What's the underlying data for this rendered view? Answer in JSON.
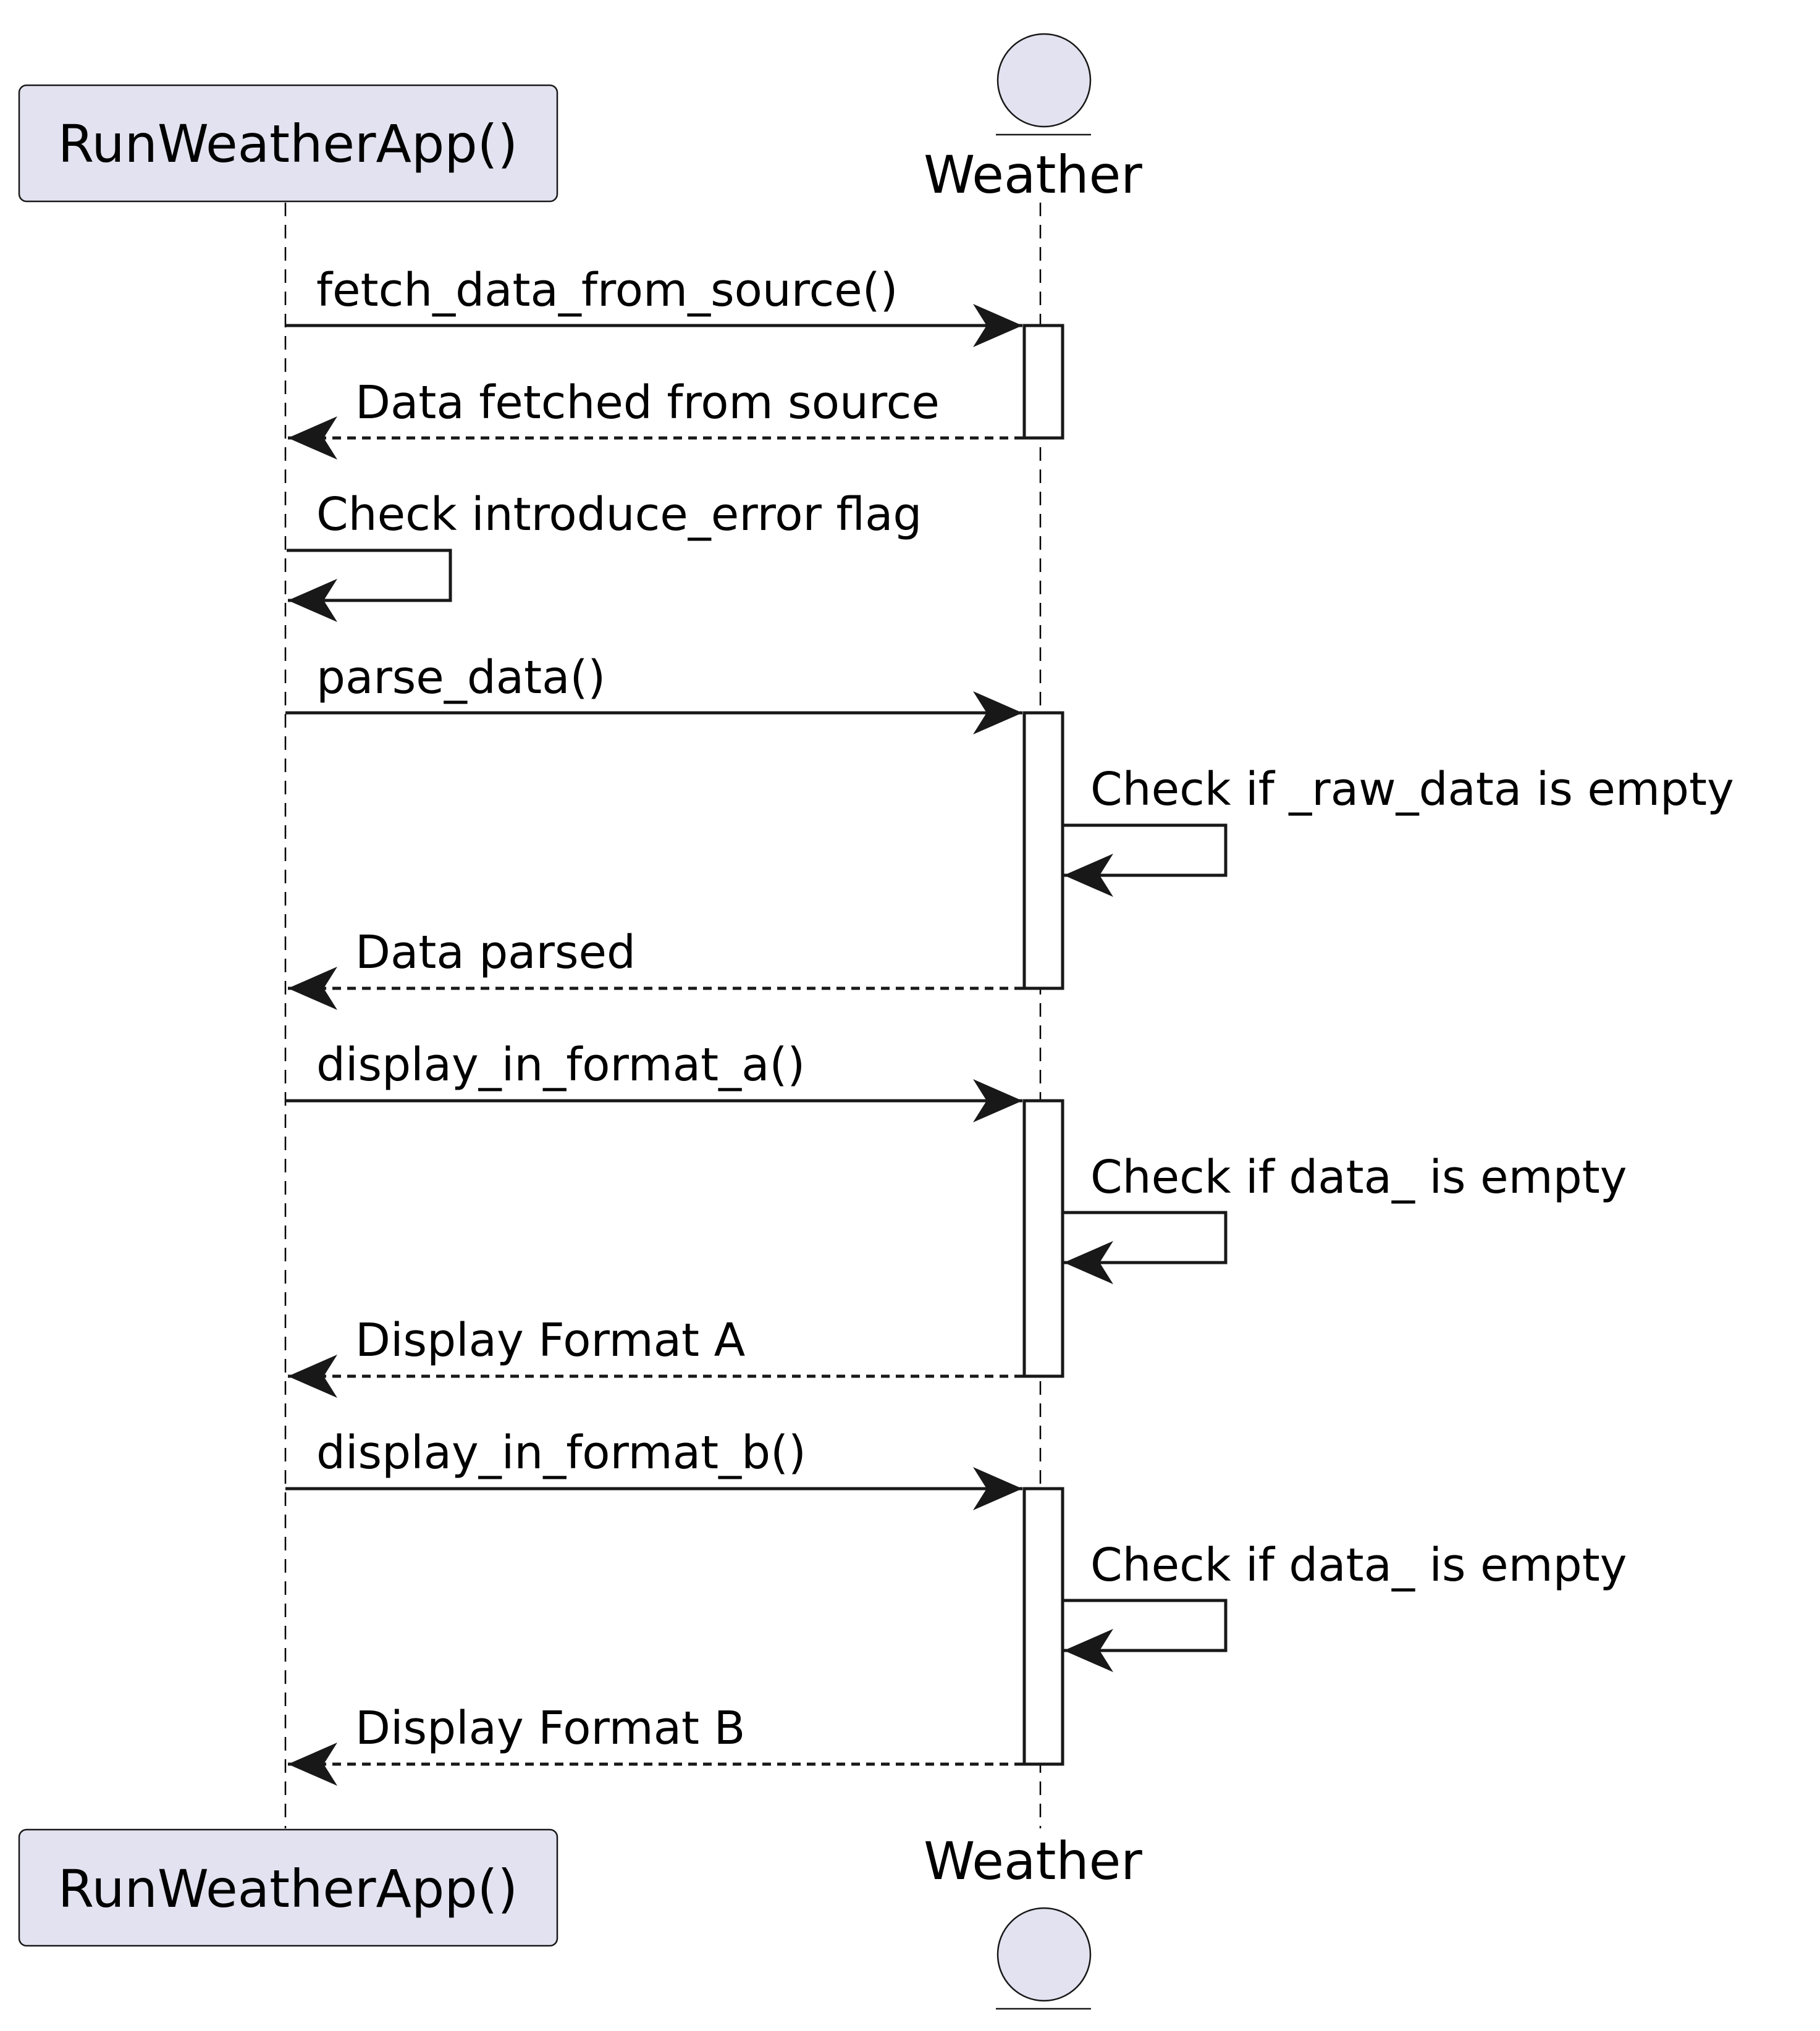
{
  "colors": {
    "participant_fill": "#E2E2F0",
    "line": "#181818",
    "background": "#FFFFFF"
  },
  "participants": [
    {
      "id": "app",
      "label": "RunWeatherApp()",
      "shape": "rectangle"
    },
    {
      "id": "weather",
      "label": "Weather",
      "shape": "entity-circle"
    }
  ],
  "messages": [
    {
      "from": "app",
      "to": "weather",
      "label": "fetch_data_from_source()",
      "kind": "sync"
    },
    {
      "from": "weather",
      "to": "app",
      "label": "Data fetched from source",
      "kind": "return"
    },
    {
      "from": "app",
      "to": "app",
      "label": "Check introduce_error flag",
      "kind": "self"
    },
    {
      "from": "app",
      "to": "weather",
      "label": "parse_data()",
      "kind": "sync"
    },
    {
      "from": "weather",
      "to": "weather",
      "label": "Check if _raw_data is empty",
      "kind": "self"
    },
    {
      "from": "weather",
      "to": "app",
      "label": "Data parsed",
      "kind": "return"
    },
    {
      "from": "app",
      "to": "weather",
      "label": "display_in_format_a()",
      "kind": "sync"
    },
    {
      "from": "weather",
      "to": "weather",
      "label": "Check if data_ is empty",
      "kind": "self"
    },
    {
      "from": "weather",
      "to": "app",
      "label": "Display Format A",
      "kind": "return"
    },
    {
      "from": "app",
      "to": "weather",
      "label": "display_in_format_b()",
      "kind": "sync"
    },
    {
      "from": "weather",
      "to": "weather",
      "label": "Check if data_ is empty",
      "kind": "self"
    },
    {
      "from": "weather",
      "to": "app",
      "label": "Display Format B",
      "kind": "return"
    }
  ]
}
